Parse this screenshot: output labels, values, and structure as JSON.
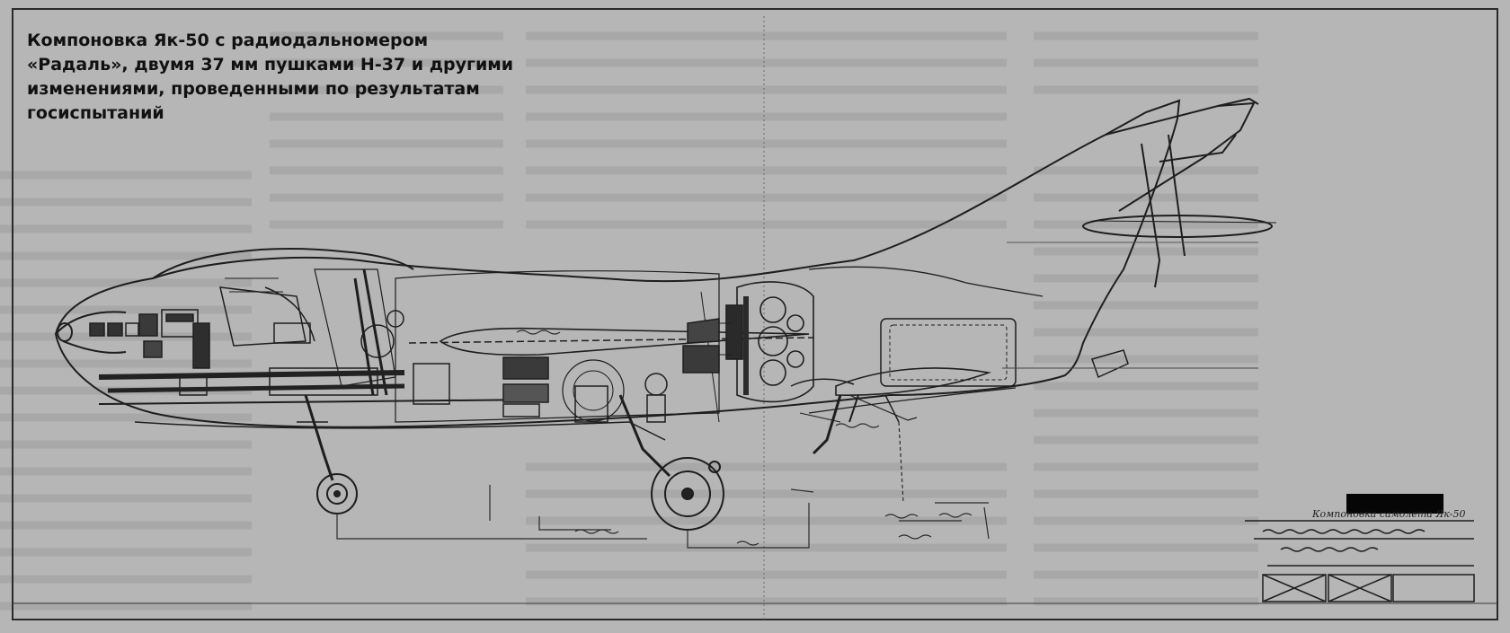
{
  "caption": {
    "lines": [
      "Компоновка Як-50 с радиодальномером",
      "«Радаль», двумя 37 мм пушками Н-37 и другими",
      "изменениями, проведенными по результатам",
      "госиспытаний"
    ]
  },
  "title_block": {
    "title": "Компоновка самолета Як-50"
  },
  "colors": {
    "paper": "#b4b4b4",
    "ink": "#1e1e1e",
    "caption_text": "#111111",
    "redaction": "#060606"
  }
}
